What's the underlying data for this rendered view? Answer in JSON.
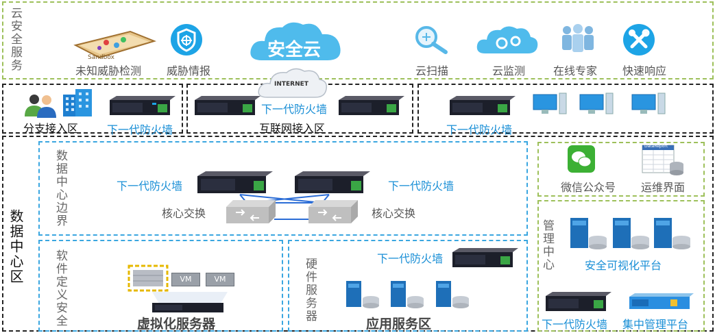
{
  "cloud_services": {
    "section_label": "云安全服务",
    "sandbox_label": "未知威胁检测",
    "intel_label": "威胁情报",
    "cloud_title": "安全云",
    "scan_label": "云扫描",
    "monitor_label": "云监测",
    "expert_label": "在线专家",
    "response_label": "快速响应"
  },
  "access": {
    "branch_label": "分支接入区",
    "branch_firewall_label": "下一代防火墙",
    "internet_cloud_label": "INTERNET",
    "internet_firewall_label": "下一代防火墙",
    "internet_zone_label": "互联网接入区",
    "right_firewall_label": "下一代防火墙"
  },
  "datacenter": {
    "zone_label": "数据中心区",
    "border_label": "数据中心边界",
    "fw_left_label": "下一代防火墙",
    "fw_right_label": "下一代防火墙",
    "core_left_label": "核心交换",
    "core_right_label": "核心交换",
    "sds_label": "软件定义安全",
    "vm1": "VM",
    "vm2": "VM",
    "vserver_label": "虚拟化服务器",
    "hw_label": "硬件服务器",
    "hw_fw_label": "下一代防火墙",
    "app_zone_label": "应用服务区",
    "wechat_label": "微信公众号",
    "ops_label": "运维界面",
    "ops_header": "DataReport",
    "mgmt_label": "管理中心",
    "visual_label": "安全可视化平台",
    "mgmt_fw_label": "下一代防火墙",
    "central_label": "集中管理平台"
  },
  "colors": {
    "green_border": "#9dc05a",
    "blue_border": "#3aa6e0",
    "label_blue": "#1a8fd6"
  }
}
